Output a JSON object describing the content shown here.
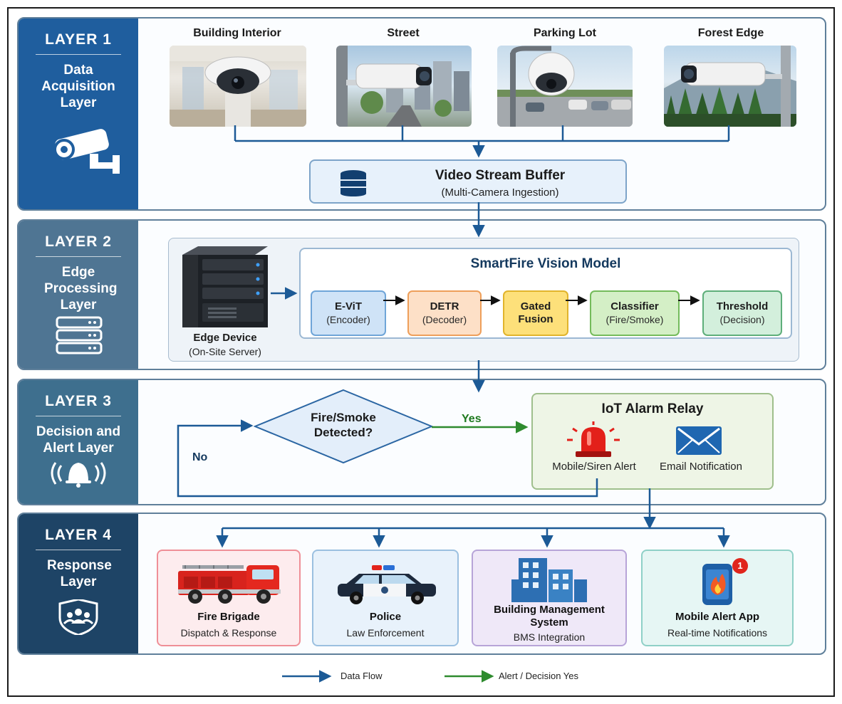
{
  "colors": {
    "flow_blue": "#1c5a96",
    "alert_green": "#2e8b2e",
    "layer1_panel": "#1f5e9e",
    "layer2_panel": "#4f7593",
    "layer3_panel": "#3e6f8e",
    "layer4_panel": "#1e4466"
  },
  "layers": [
    {
      "number": "LAYER 1",
      "name": "Data Acquisition Layer",
      "icon": "cctv-camera-icon"
    },
    {
      "number": "LAYER 2",
      "name": "Edge Processing Layer",
      "icon": "server-stack-icon"
    },
    {
      "number": "LAYER 3",
      "name": "Decision and Alert Layer",
      "icon": "alarm-bell-icon"
    },
    {
      "number": "LAYER 4",
      "name": "Response Layer",
      "icon": "people-shield-icon"
    }
  ],
  "cameras": [
    {
      "label": "Building Interior",
      "icon": "dome-camera-icon"
    },
    {
      "label": "Street",
      "icon": "bullet-camera-icon"
    },
    {
      "label": "Parking Lot",
      "icon": "dome-camera-icon"
    },
    {
      "label": "Forest Edge",
      "icon": "bullet-camera-icon"
    }
  ],
  "buffer": {
    "title": "Video Stream Buffer",
    "subtitle": "(Multi-Camera Ingestion)",
    "icon": "database-icon"
  },
  "edge_device": {
    "title": "Edge Device",
    "subtitle": "(On-Site Server)",
    "icon": "server-tower-icon"
  },
  "model": {
    "title": "SmartFire Vision Model",
    "stages": [
      {
        "title": "E-ViT",
        "subtitle": "(Encoder)"
      },
      {
        "title": "DETR",
        "subtitle": "(Decoder)"
      },
      {
        "title": "Gated Fusion",
        "subtitle": ""
      },
      {
        "title": "Classifier",
        "subtitle": "(Fire/Smoke)"
      },
      {
        "title": "Threshold",
        "subtitle": "(Decision)"
      }
    ]
  },
  "decision": {
    "label": "Fire/Smoke Detected?",
    "yes": "Yes",
    "no": "No"
  },
  "relay": {
    "title": "IoT Alarm Relay",
    "siren_label": "Mobile/Siren Alert",
    "email_label": "Email Notification"
  },
  "responders": [
    {
      "title": "Fire Brigade",
      "subtitle": "Dispatch & Response",
      "icon": "fire-truck-icon"
    },
    {
      "title": "Police",
      "subtitle": "Law Enforcement",
      "icon": "police-car-icon"
    },
    {
      "title": "Building Management System",
      "subtitle": "BMS Integration",
      "icon": "buildings-icon"
    },
    {
      "title": "Mobile Alert App",
      "subtitle": "Real-time Notifications",
      "icon": "phone-fire-icon",
      "badge": "1"
    }
  ],
  "legend": {
    "data_flow": "Data Flow",
    "alert_yes": "Alert / Decision Yes"
  }
}
